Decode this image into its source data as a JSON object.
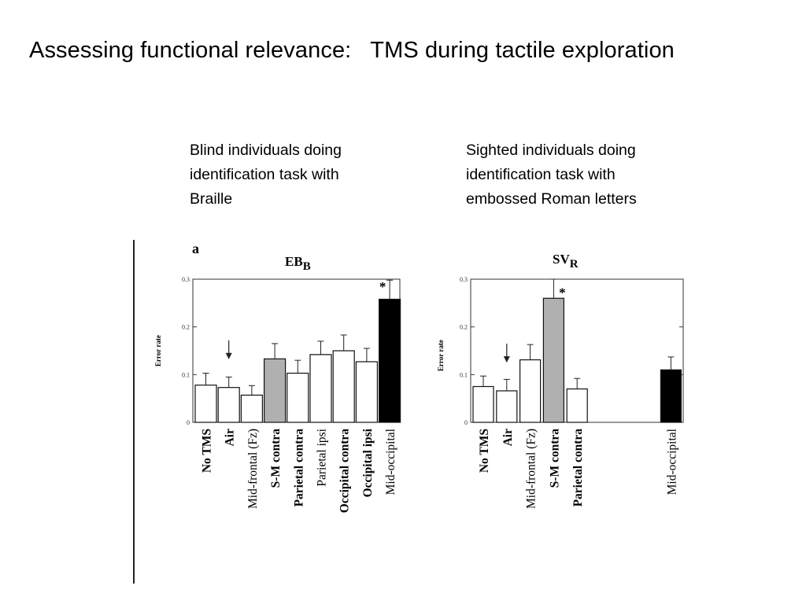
{
  "slide": {
    "title": "Assessing functional relevance:   TMS during tactile exploration"
  },
  "captions": {
    "left": [
      "Blind individuals doing",
      "identification task with",
      "Braille"
    ],
    "right": [
      "Sighted individuals doing",
      "identification task with",
      "embossed Roman letters"
    ]
  },
  "panel_label": "a",
  "colors": {
    "white": "#ffffff",
    "gray": "#b0b0b0",
    "black": "#000000"
  },
  "chart_data": [
    {
      "type": "bar",
      "title_main": "EB",
      "title_sub": "B",
      "ylabel": "Error rate",
      "ylim": [
        0,
        0.3
      ],
      "yticks": [
        "0",
        "0.1",
        "0.2",
        "0.3"
      ],
      "categories": [
        "No TMS",
        "Air",
        "Mid-frontal (Fz)",
        "S-M contra",
        "Parietal contra",
        "Parietal ipsi",
        "Occipital contra",
        "Occipital ipsi",
        "Mid-occipital"
      ],
      "values": [
        0.078,
        0.073,
        0.057,
        0.133,
        0.103,
        0.142,
        0.15,
        0.127,
        0.258
      ],
      "errors": [
        0.025,
        0.022,
        0.02,
        0.032,
        0.027,
        0.028,
        0.033,
        0.028,
        0.04
      ],
      "fills": [
        "white",
        "white",
        "white",
        "gray",
        "white",
        "white",
        "white",
        "white",
        "black"
      ],
      "arrow_category": "Air",
      "star_category": "Mid-occipital",
      "star_symbol": "*"
    },
    {
      "type": "bar",
      "title_main": "SV",
      "title_sub": "R",
      "ylabel": "Error rate",
      "ylim": [
        0,
        0.3
      ],
      "yticks": [
        "0",
        "0.1",
        "0.2",
        "0.3"
      ],
      "categories": [
        "No TMS",
        "Air",
        "Mid-frontal (Fz)",
        "S-M contra",
        "Parietal contra",
        "Mid-occipital"
      ],
      "values": [
        0.075,
        0.066,
        0.131,
        0.26,
        0.07,
        0.11
      ],
      "errors": [
        0.022,
        0.024,
        0.032,
        0.04,
        0.022,
        0.027
      ],
      "fills": [
        "white",
        "white",
        "white",
        "gray",
        "white",
        "black"
      ],
      "arrow_category": "Air",
      "star_category": "S-M contra",
      "star_symbol": "*"
    }
  ]
}
